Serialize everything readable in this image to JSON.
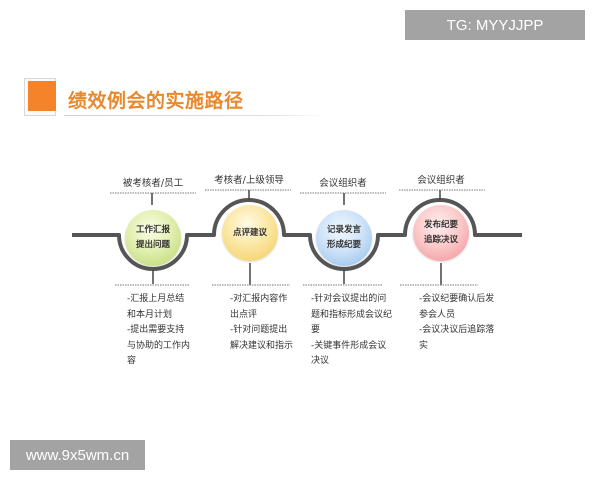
{
  "watermarks": {
    "top_right": "TG: MYYJJPP",
    "bottom_left": "www.9x5wm.cn"
  },
  "title": "绩效例会的实施路径",
  "colors": {
    "accent": "#f5832a",
    "title_text": "#e8892e",
    "track": "#555555",
    "step1": "#c6df86",
    "step2": "#f6d77a",
    "step3": "#b3d2f2",
    "step4": "#f6aaae"
  },
  "steps": [
    {
      "role": "被考核者/员工",
      "node_line1": "工作汇报",
      "node_line2": "提出问题",
      "bullets": [
        "-汇报上月总结和本月计划",
        "-提出需要支持与协助的工作内容"
      ]
    },
    {
      "role": "考核者/上级领导",
      "node_line1": "点评建议",
      "node_line2": "",
      "bullets": [
        "-对汇报内容作出点评",
        "-针对问题提出解决建议和指示"
      ]
    },
    {
      "role": "会议组织者",
      "node_line1": "记录发言",
      "node_line2": "形成纪要",
      "bullets": [
        "-针对会议提出的问题和指标形成会议纪要",
        "-关键事件形成会议决议"
      ]
    },
    {
      "role": "会议组织者",
      "node_line1": "发布纪要",
      "node_line2": "追踪决议",
      "bullets": [
        "-会议纪要确认后发参会人员",
        "-会议决议后追踪落实"
      ]
    }
  ]
}
